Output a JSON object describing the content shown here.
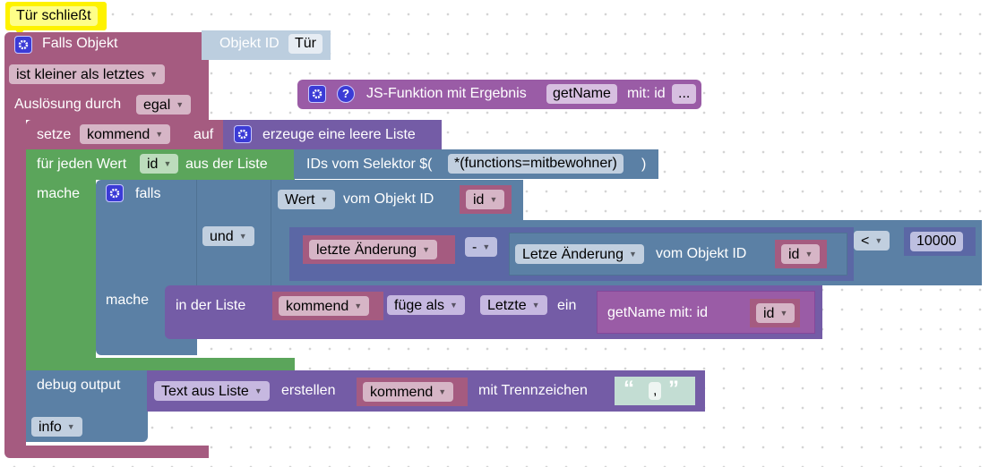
{
  "comment": {
    "text": "Tür schließt"
  },
  "trigger": {
    "title": "Falls Objekt",
    "object_id_label": "Objekt ID",
    "object_id_value": "Tür",
    "condition": "ist kleiner als letztes",
    "trigger_label": "Auslösung durch",
    "trigger_value": "egal"
  },
  "js_function": {
    "label": "JS-Funktion mit Ergebnis",
    "name": "getName",
    "params_label": "mit: id",
    "more": "..."
  },
  "set_var": {
    "label": "setze",
    "var": "kommend",
    "to_label": "auf",
    "value_label": "erzeuge eine leere Liste"
  },
  "for_each": {
    "label": "für jeden Wert",
    "var": "id",
    "from_label": "aus der Liste",
    "do_label": "mache",
    "selector_label": "IDs vom Selektor $(",
    "selector_value": "*(functions=mitbewohner)",
    "selector_close": ")"
  },
  "if_block": {
    "label": "falls",
    "do_label": "mache",
    "logic_op": "und",
    "value_getter": {
      "prop": "Wert",
      "label": "vom Objekt ID",
      "id": "id"
    },
    "diff": {
      "left": "letzte Änderung",
      "op": "-",
      "right_prop": "Letze Änderung",
      "right_label": "vom Objekt ID",
      "right_id": "id"
    },
    "compare_op": "<",
    "compare_value": "10000"
  },
  "list_insert": {
    "label": "in der Liste",
    "list": "kommend",
    "mode": "füge als",
    "position": "Letzte",
    "suffix": "ein",
    "call_label": "getName  mit:  id",
    "call_arg": "id"
  },
  "debug": {
    "label": "debug output",
    "join_mode": "Text aus Liste",
    "create_label": "erstellen",
    "list": "kommend",
    "sep_label": "mit Trennzeichen",
    "sep_open": "“",
    "sep_value": ",",
    "sep_close": "”",
    "level": "info"
  }
}
